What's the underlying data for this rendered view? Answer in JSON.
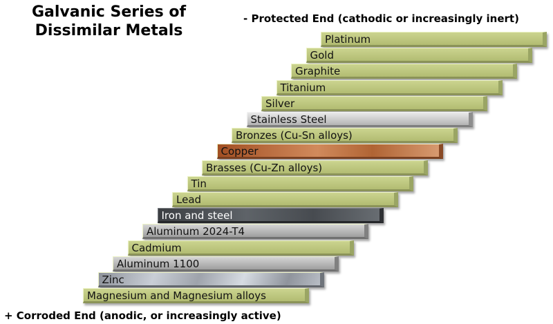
{
  "title_line1": "Galvanic Series of",
  "title_line2": "Dissimilar Metals",
  "top_label": "- Protected End (cathodic or increasingly inert)",
  "bottom_label": "+ Corroded End (anodic, or increasingly active)",
  "metals": [
    {
      "label": "Platinum",
      "style": "olive"
    },
    {
      "label": "Gold",
      "style": "olive"
    },
    {
      "label": "Graphite",
      "style": "olive"
    },
    {
      "label": "Titanium",
      "style": "olive"
    },
    {
      "label": "Silver",
      "style": "olive"
    },
    {
      "label": "Stainless Steel",
      "style": "steel"
    },
    {
      "label": "Bronzes (Cu-Sn alloys)",
      "style": "olive"
    },
    {
      "label": "Copper",
      "style": "copper"
    },
    {
      "label": "Brasses (Cu-Zn alloys)",
      "style": "olive"
    },
    {
      "label": "Tin",
      "style": "olive"
    },
    {
      "label": "Lead",
      "style": "olive"
    },
    {
      "label": "Iron and steel",
      "style": "iron"
    },
    {
      "label": "Aluminum 2024-T4",
      "style": "alum"
    },
    {
      "label": "Cadmium",
      "style": "olive"
    },
    {
      "label": "Aluminum 1100",
      "style": "alum"
    },
    {
      "label": "Zinc",
      "style": "zinc"
    },
    {
      "label": "Magnesium and Magnesium alloys",
      "style": "olive"
    }
  ]
}
